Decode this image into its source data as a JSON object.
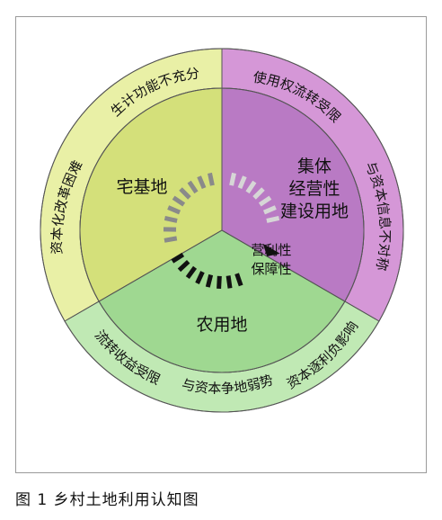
{
  "figure": {
    "caption": "图 1 乡村土地利用认知图"
  },
  "sectors": {
    "homestead": {
      "label": "宅基地",
      "color": "#d4e07a"
    },
    "collective": {
      "lines": [
        "集体",
        "经营性",
        "建设用地"
      ],
      "color": "#b97ac4"
    },
    "farmland": {
      "label": "农用地",
      "color": "#9fd891"
    }
  },
  "center": {
    "lines": [
      "营利性",
      "保障性"
    ]
  },
  "outer_ring": {
    "homestead_top": "生计功能不充分",
    "homestead_left": "资本化改革困难",
    "collective_top": "使用权流转受限",
    "collective_right": "与资本信息不对称",
    "farm_left": "流转收益受限",
    "farm_bottom": "与资本争地弱势",
    "farm_right": "资本逐利负影响"
  },
  "colors": {
    "ring_yellow": "#e9f0a6",
    "ring_purple": "#d597d7",
    "ring_green": "#c0e9b4",
    "arrow_dark": "#111111",
    "arrow_mid": "#8a8a8a",
    "arrow_light": "#d6d6d6"
  }
}
